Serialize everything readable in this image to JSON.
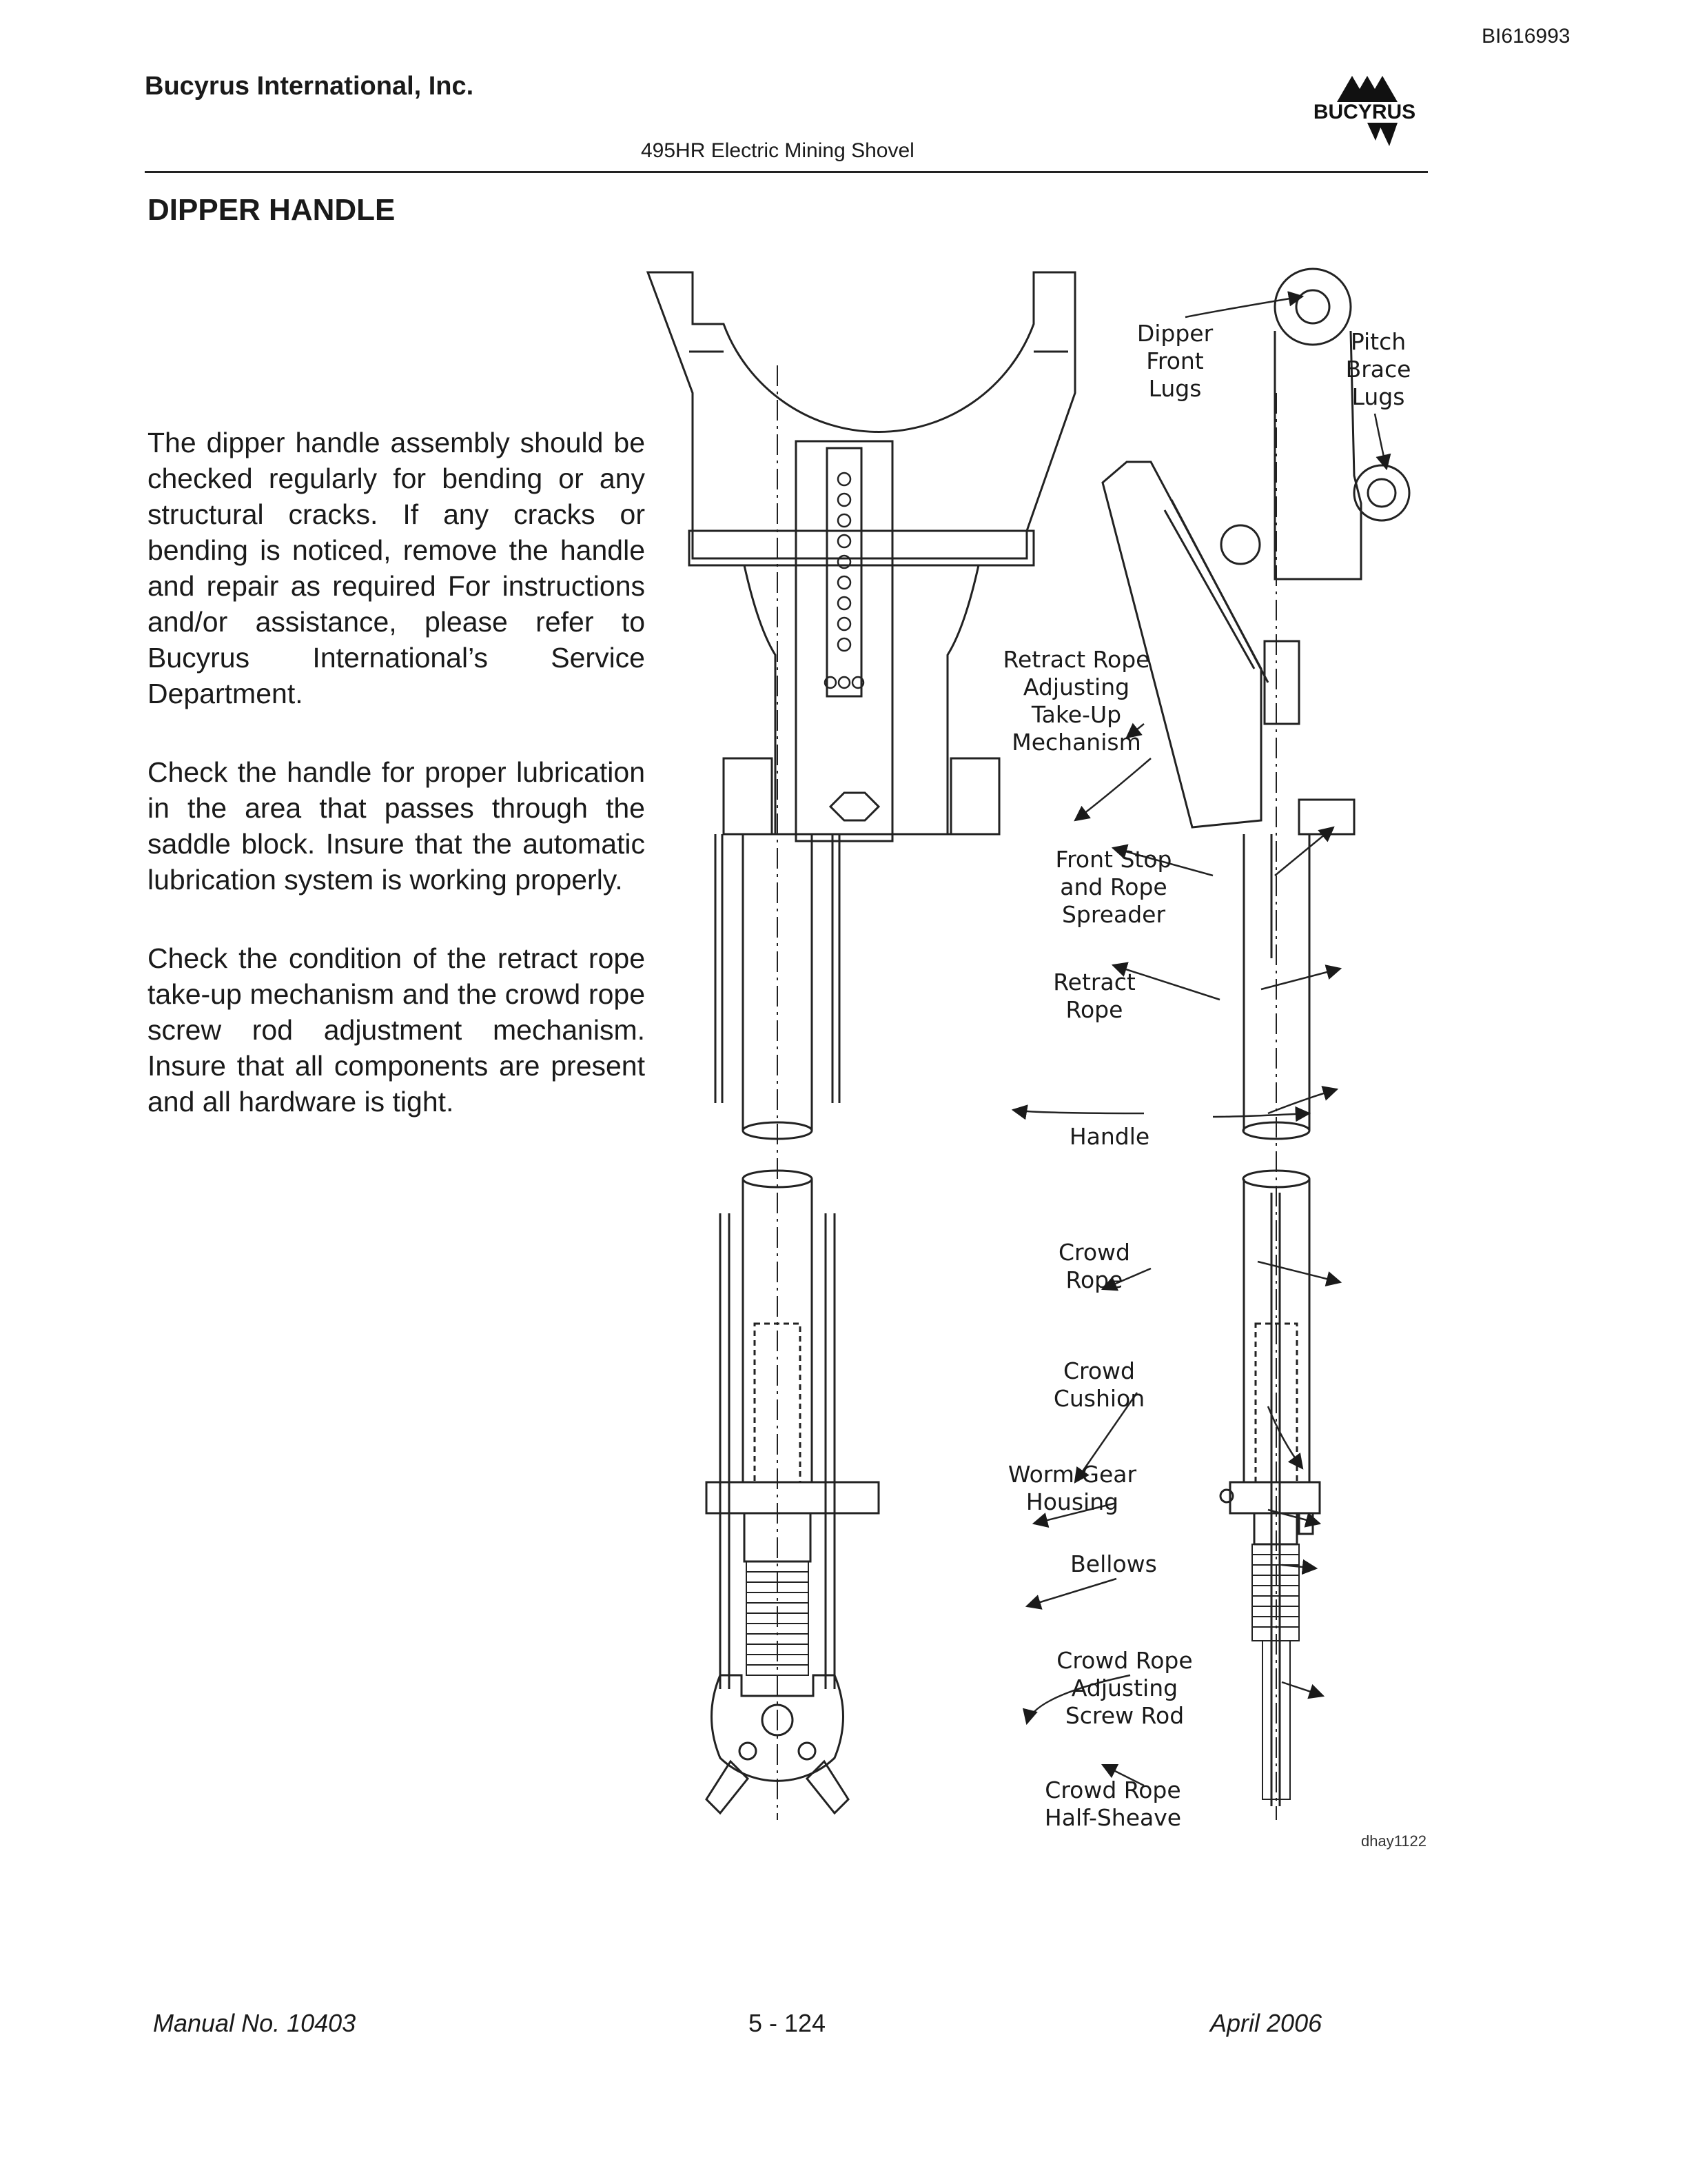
{
  "header": {
    "doc_id": "BI616993",
    "company": "Bucyrus International, Inc.",
    "subtitle": "495HR Electric Mining Shovel",
    "logo_text": "BUCYRUS"
  },
  "section_title": "DIPPER HANDLE",
  "paragraphs": [
    "The dipper handle assembly should be checked regularly for bending or any structural cracks. If any cracks or bending is noticed, remove the handle and repair as required For instructions and/or assistance, please refer to Bucyrus International’s Service Department.",
    "Check the handle for proper lubrication in the area that passes through the saddle block. Insure that the automatic lubrication system is working properly.",
    "Check the condition of the retract rope take-up mechanism and the crowd rope screw rod adjustment mechanism. Insure that all components are present and all hardware is tight."
  ],
  "diagram": {
    "labels": {
      "dipper_front_lugs": [
        "Dipper",
        "Front",
        "Lugs"
      ],
      "pitch_brace_lugs": [
        "Pitch",
        "Brace",
        "Lugs"
      ],
      "retract_rope_adjusting": [
        "Retract Rope",
        "Adjusting",
        "Take-Up",
        "Mechanism"
      ],
      "front_stop": [
        "Front Stop",
        "and Rope",
        "Spreader"
      ],
      "retract_rope": [
        "Retract",
        "Rope"
      ],
      "handle": [
        "Handle"
      ],
      "crowd_rope": [
        "Crowd",
        "Rope"
      ],
      "crowd_cushion": [
        "Crowd",
        "Cushion"
      ],
      "worm_gear_housing": [
        "Worm Gear",
        "Housing"
      ],
      "bellows": [
        "Bellows"
      ],
      "crowd_rope_screw_rod": [
        "Crowd Rope",
        "Adjusting",
        "Screw Rod"
      ],
      "crowd_rope_half_sheave": [
        "Crowd Rope",
        "Half-Sheave"
      ]
    },
    "figure_id": "dhay1122"
  },
  "footer": {
    "manual": "Manual No. 10403",
    "page": "5 - 124",
    "date": "April 2006"
  }
}
